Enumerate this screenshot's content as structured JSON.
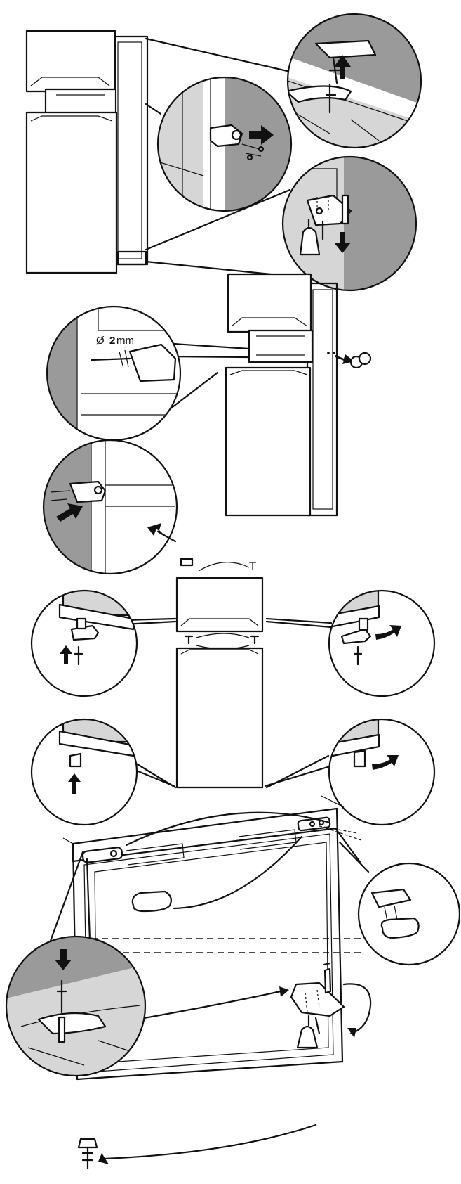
{
  "labels": {
    "drill_symbol": "Ø",
    "drill_size": "2",
    "drill_unit": "mm"
  }
}
